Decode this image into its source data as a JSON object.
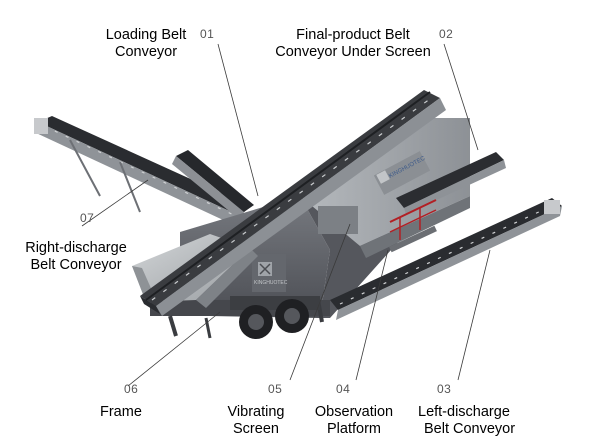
{
  "callouts": [
    {
      "num": "01",
      "line1": "Loading Belt",
      "line2": "Conveyor"
    },
    {
      "num": "02",
      "line1": "Final-product Belt",
      "line2": "Conveyor Under Screen"
    },
    {
      "num": "03",
      "line1": "Left-discharge",
      "line2": "Belt Conveyor"
    },
    {
      "num": "04",
      "line1": "Observation",
      "line2": "Platform"
    },
    {
      "num": "05",
      "line1": "Vibrating",
      "line2": "Screen"
    },
    {
      "num": "06",
      "line1": "Frame",
      "line2": ""
    },
    {
      "num": "07",
      "line1": "Right-discharge",
      "line2": "Belt Conveyor"
    }
  ],
  "logos": {
    "brand": "KINGHUOTEC"
  },
  "colors": {
    "body": "#5f6168",
    "body_light": "#a3a6ab",
    "belt": "#2b2d31",
    "hopper": "#b9bcbf",
    "accent_red": "#b21f24",
    "leader": "#3a3a3a"
  }
}
